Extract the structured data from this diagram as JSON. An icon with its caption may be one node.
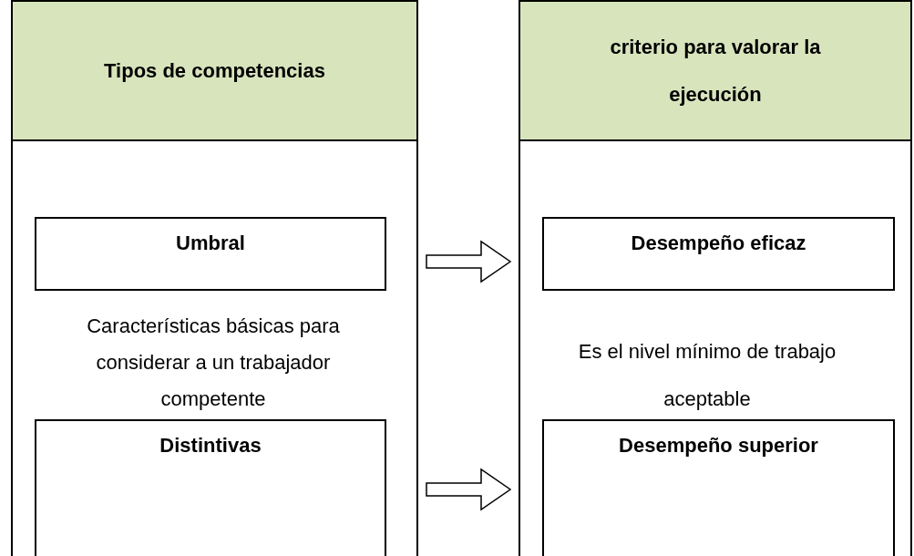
{
  "diagram": {
    "nodes": [
      {
        "text": [
          "Tipos de competencias",
          "Características básicas para considerar a un trabajador competente"
        ]
      },
      {
        "text": [
          "Umbral"
        ],
        "in": 0
      },
      {
        "text": [
          "Distintivas"
        ],
        "in": 0
      },
      {
        "text": [
          "criterio para valorar la ejecución",
          "Es el nivel mínimo de trabajo aceptable"
        ]
      },
      {
        "text": [
          "Desempeño eficaz"
        ],
        "in": 3
      },
      {
        "text": [
          "Desempeño superior"
        ],
        "in": 3
      }
    ],
    "edges": [
      {
        "from": 1,
        "to": 4,
        "arrow": "to"
      },
      {
        "from": 2,
        "to": 5,
        "arrow": "to"
      }
    ]
  }
}
